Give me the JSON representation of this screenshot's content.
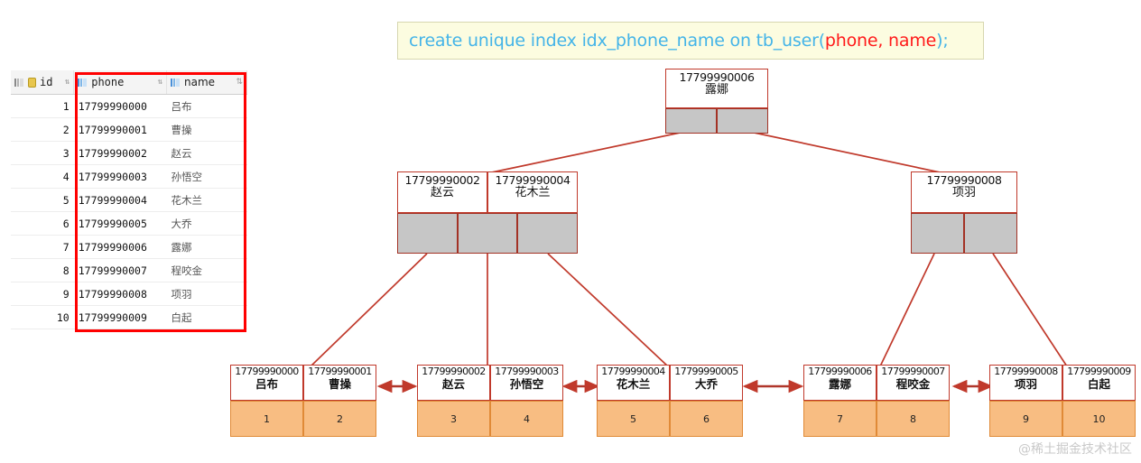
{
  "sql": {
    "prefix": "create unique index idx_phone_name on tb_user(",
    "highlight": "phone, name",
    "suffix": ");"
  },
  "table": {
    "columns": [
      {
        "key": "id",
        "label": "id",
        "icon": "grid-key-icon",
        "sort_icon": "sort-arrows-icon"
      },
      {
        "key": "phone",
        "label": "phone",
        "icon": "grid-icon",
        "sort_icon": "sort-arrows-icon"
      },
      {
        "key": "name",
        "label": "name",
        "icon": "grid-icon",
        "sort_icon": "sort-arrows-icon"
      }
    ],
    "rows": [
      {
        "id": "1",
        "phone": "17799990000",
        "name": "吕布"
      },
      {
        "id": "2",
        "phone": "17799990001",
        "name": "曹操"
      },
      {
        "id": "3",
        "phone": "17799990002",
        "name": "赵云"
      },
      {
        "id": "4",
        "phone": "17799990003",
        "name": "孙悟空"
      },
      {
        "id": "5",
        "phone": "17799990004",
        "name": "花木兰"
      },
      {
        "id": "6",
        "phone": "17799990005",
        "name": "大乔"
      },
      {
        "id": "7",
        "phone": "17799990006",
        "name": "露娜"
      },
      {
        "id": "8",
        "phone": "17799990007",
        "name": "程咬金"
      },
      {
        "id": "9",
        "phone": "17799990008",
        "name": "项羽"
      },
      {
        "id": "10",
        "phone": "17799990009",
        "name": "白起"
      }
    ],
    "highlight_color": "#ff0000"
  },
  "tree": {
    "root": {
      "keys": [
        {
          "phone": "17799990006",
          "name": "露娜"
        }
      ],
      "pointers": 2
    },
    "internal": [
      {
        "id": "internal-left",
        "keys": [
          {
            "phone": "17799990002",
            "name": "赵云"
          },
          {
            "phone": "17799990004",
            "name": "花木兰"
          }
        ],
        "pointers": 3
      },
      {
        "id": "internal-right",
        "keys": [
          {
            "phone": "17799990008",
            "name": "项羽"
          }
        ],
        "pointers": 2
      }
    ],
    "leaves": [
      {
        "id": "leaf-1",
        "entries": [
          {
            "phone": "17799990000",
            "name": "吕布",
            "row_id": "1"
          },
          {
            "phone": "17799990001",
            "name": "曹操",
            "row_id": "2"
          }
        ]
      },
      {
        "id": "leaf-2",
        "entries": [
          {
            "phone": "17799990002",
            "name": "赵云",
            "row_id": "3"
          },
          {
            "phone": "17799990003",
            "name": "孙悟空",
            "row_id": "4"
          }
        ]
      },
      {
        "id": "leaf-3",
        "entries": [
          {
            "phone": "17799990004",
            "name": "花木兰",
            "row_id": "5"
          },
          {
            "phone": "17799990005",
            "name": "大乔",
            "row_id": "6"
          }
        ]
      },
      {
        "id": "leaf-4",
        "entries": [
          {
            "phone": "17799990006",
            "name": "露娜",
            "row_id": "7"
          },
          {
            "phone": "17799990007",
            "name": "程咬金",
            "row_id": "8"
          }
        ]
      },
      {
        "id": "leaf-5",
        "entries": [
          {
            "phone": "17799990008",
            "name": "项羽",
            "row_id": "9"
          },
          {
            "phone": "17799990009",
            "name": "白起",
            "row_id": "10"
          }
        ]
      }
    ],
    "colors": {
      "edge": "#c0392b",
      "node_border": "#c0392b",
      "pointer_fill": "#c6c6c6",
      "data_fill": "#f8bd82",
      "data_border": "#e08a37"
    }
  },
  "watermark": "@稀土掘金技术社区"
}
